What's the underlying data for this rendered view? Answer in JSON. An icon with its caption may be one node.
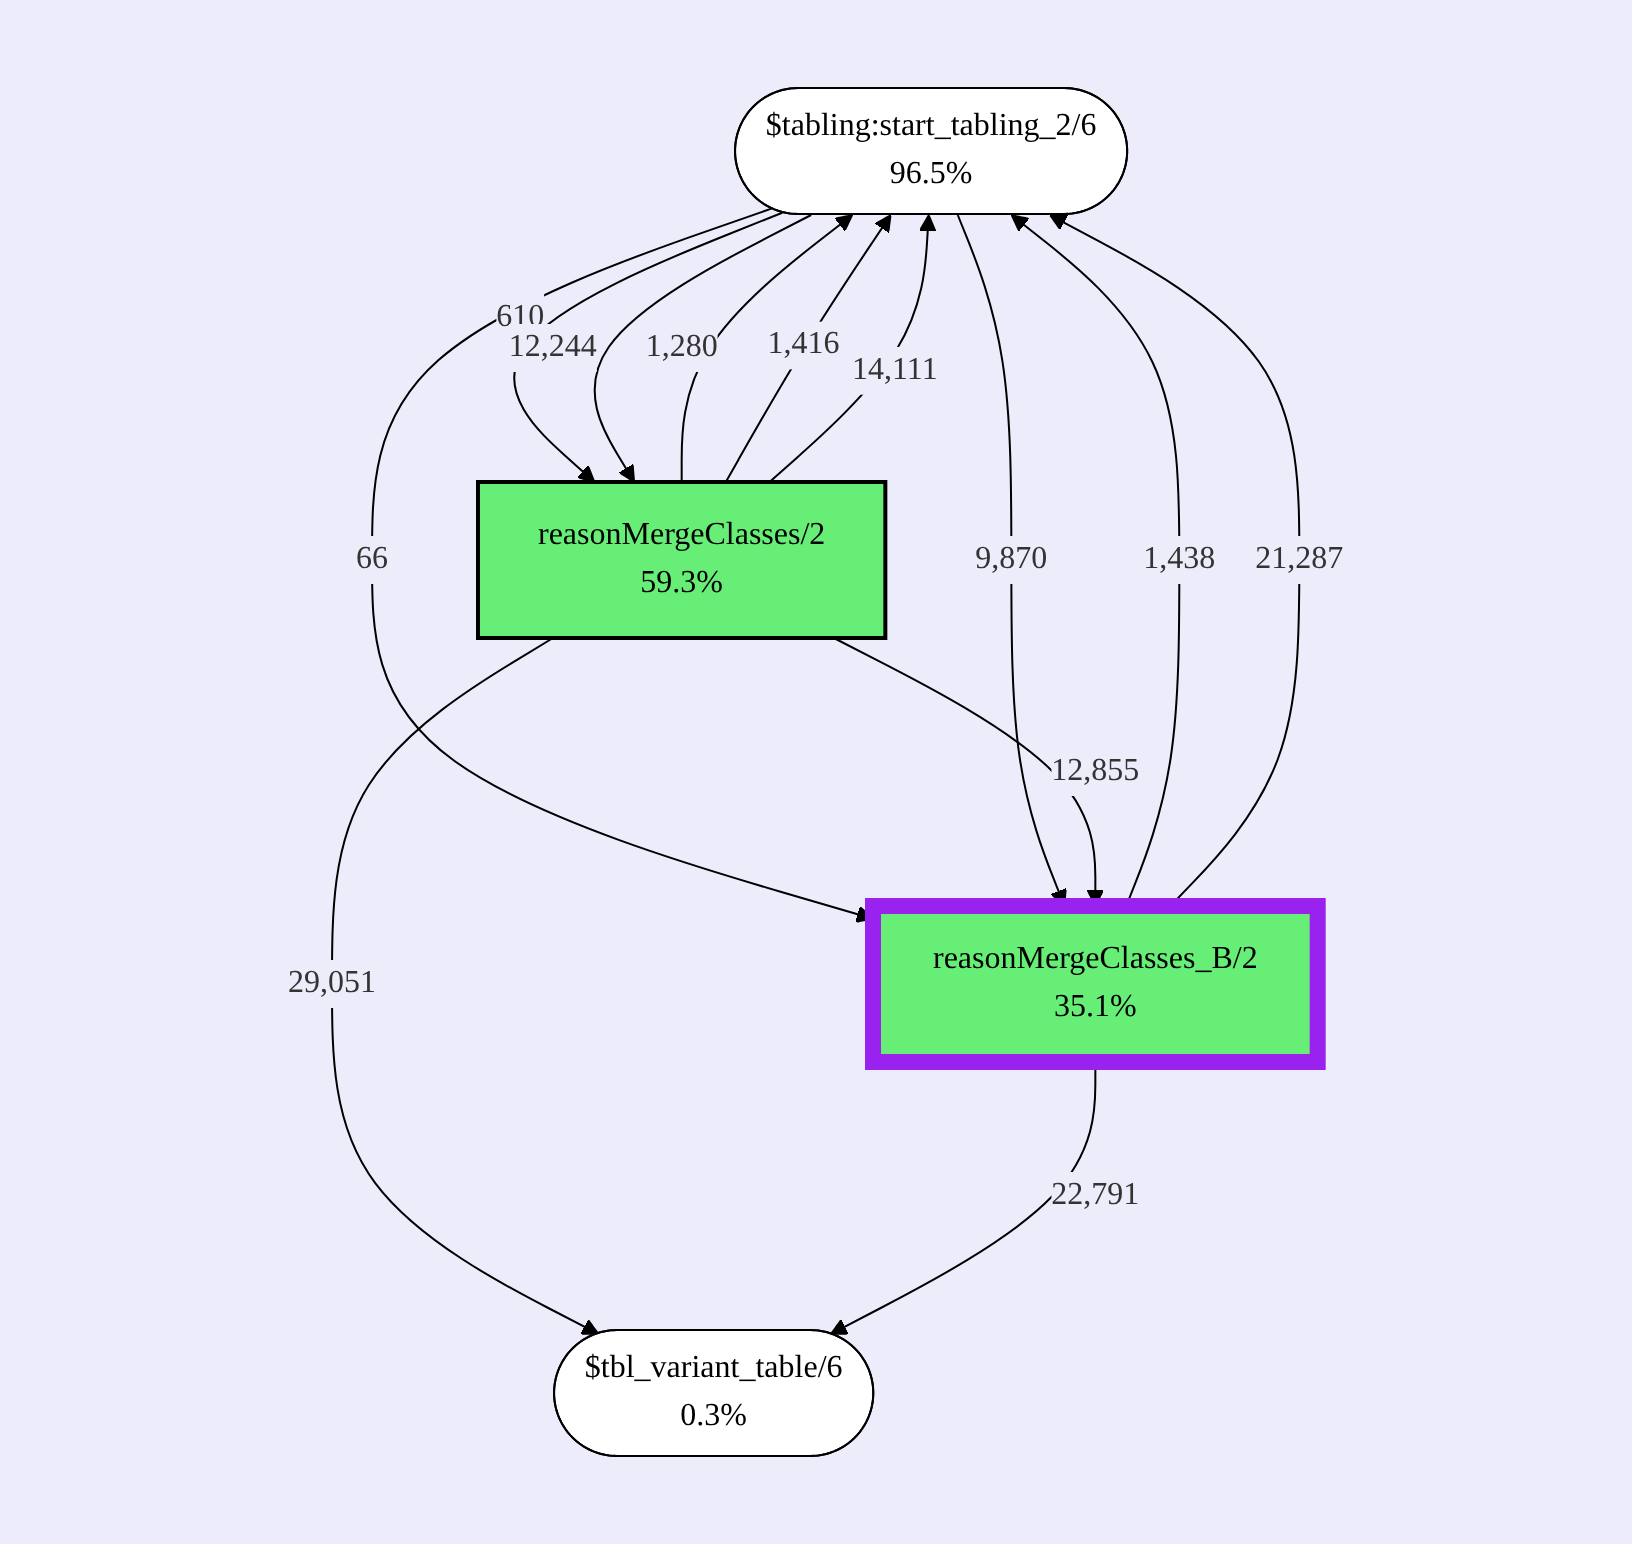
{
  "diagram": {
    "nodes": [
      {
        "text": [
          "$tabling:start_tabling_2/6",
          "96.5%"
        ]
      },
      {
        "text": [
          "reasonMergeClasses/2",
          "59.3%"
        ]
      },
      {
        "text": [
          "reasonMergeClasses_B/2",
          "35.1%"
        ]
      },
      {
        "text": [
          "$tbl_variant_table/6",
          "0.3%"
        ]
      }
    ],
    "edges": [
      {
        "from": 0,
        "to": 1,
        "arrow": "to",
        "label": "610"
      },
      {
        "from": 0,
        "to": 1,
        "arrow": "to",
        "label": "12,244"
      },
      {
        "from": 1,
        "to": 0,
        "arrow": "to",
        "label": "1,280"
      },
      {
        "from": 1,
        "to": 0,
        "arrow": "to",
        "label": "1,416"
      },
      {
        "from": 1,
        "to": 0,
        "arrow": "to",
        "label": "14,111"
      },
      {
        "from": 0,
        "to": 2,
        "arrow": "to",
        "label": "66"
      },
      {
        "from": 0,
        "to": 2,
        "arrow": "to",
        "label": "9,870"
      },
      {
        "from": 2,
        "to": 0,
        "arrow": "to",
        "label": "1,438"
      },
      {
        "from": 2,
        "to": 0,
        "arrow": "to",
        "label": "21,287"
      },
      {
        "from": 1,
        "to": 2,
        "arrow": "to",
        "label": "12,855"
      },
      {
        "from": 1,
        "to": 3,
        "arrow": "to",
        "label": "29,051"
      },
      {
        "from": 2,
        "to": 3,
        "arrow": "to",
        "label": "22,791"
      }
    ]
  }
}
